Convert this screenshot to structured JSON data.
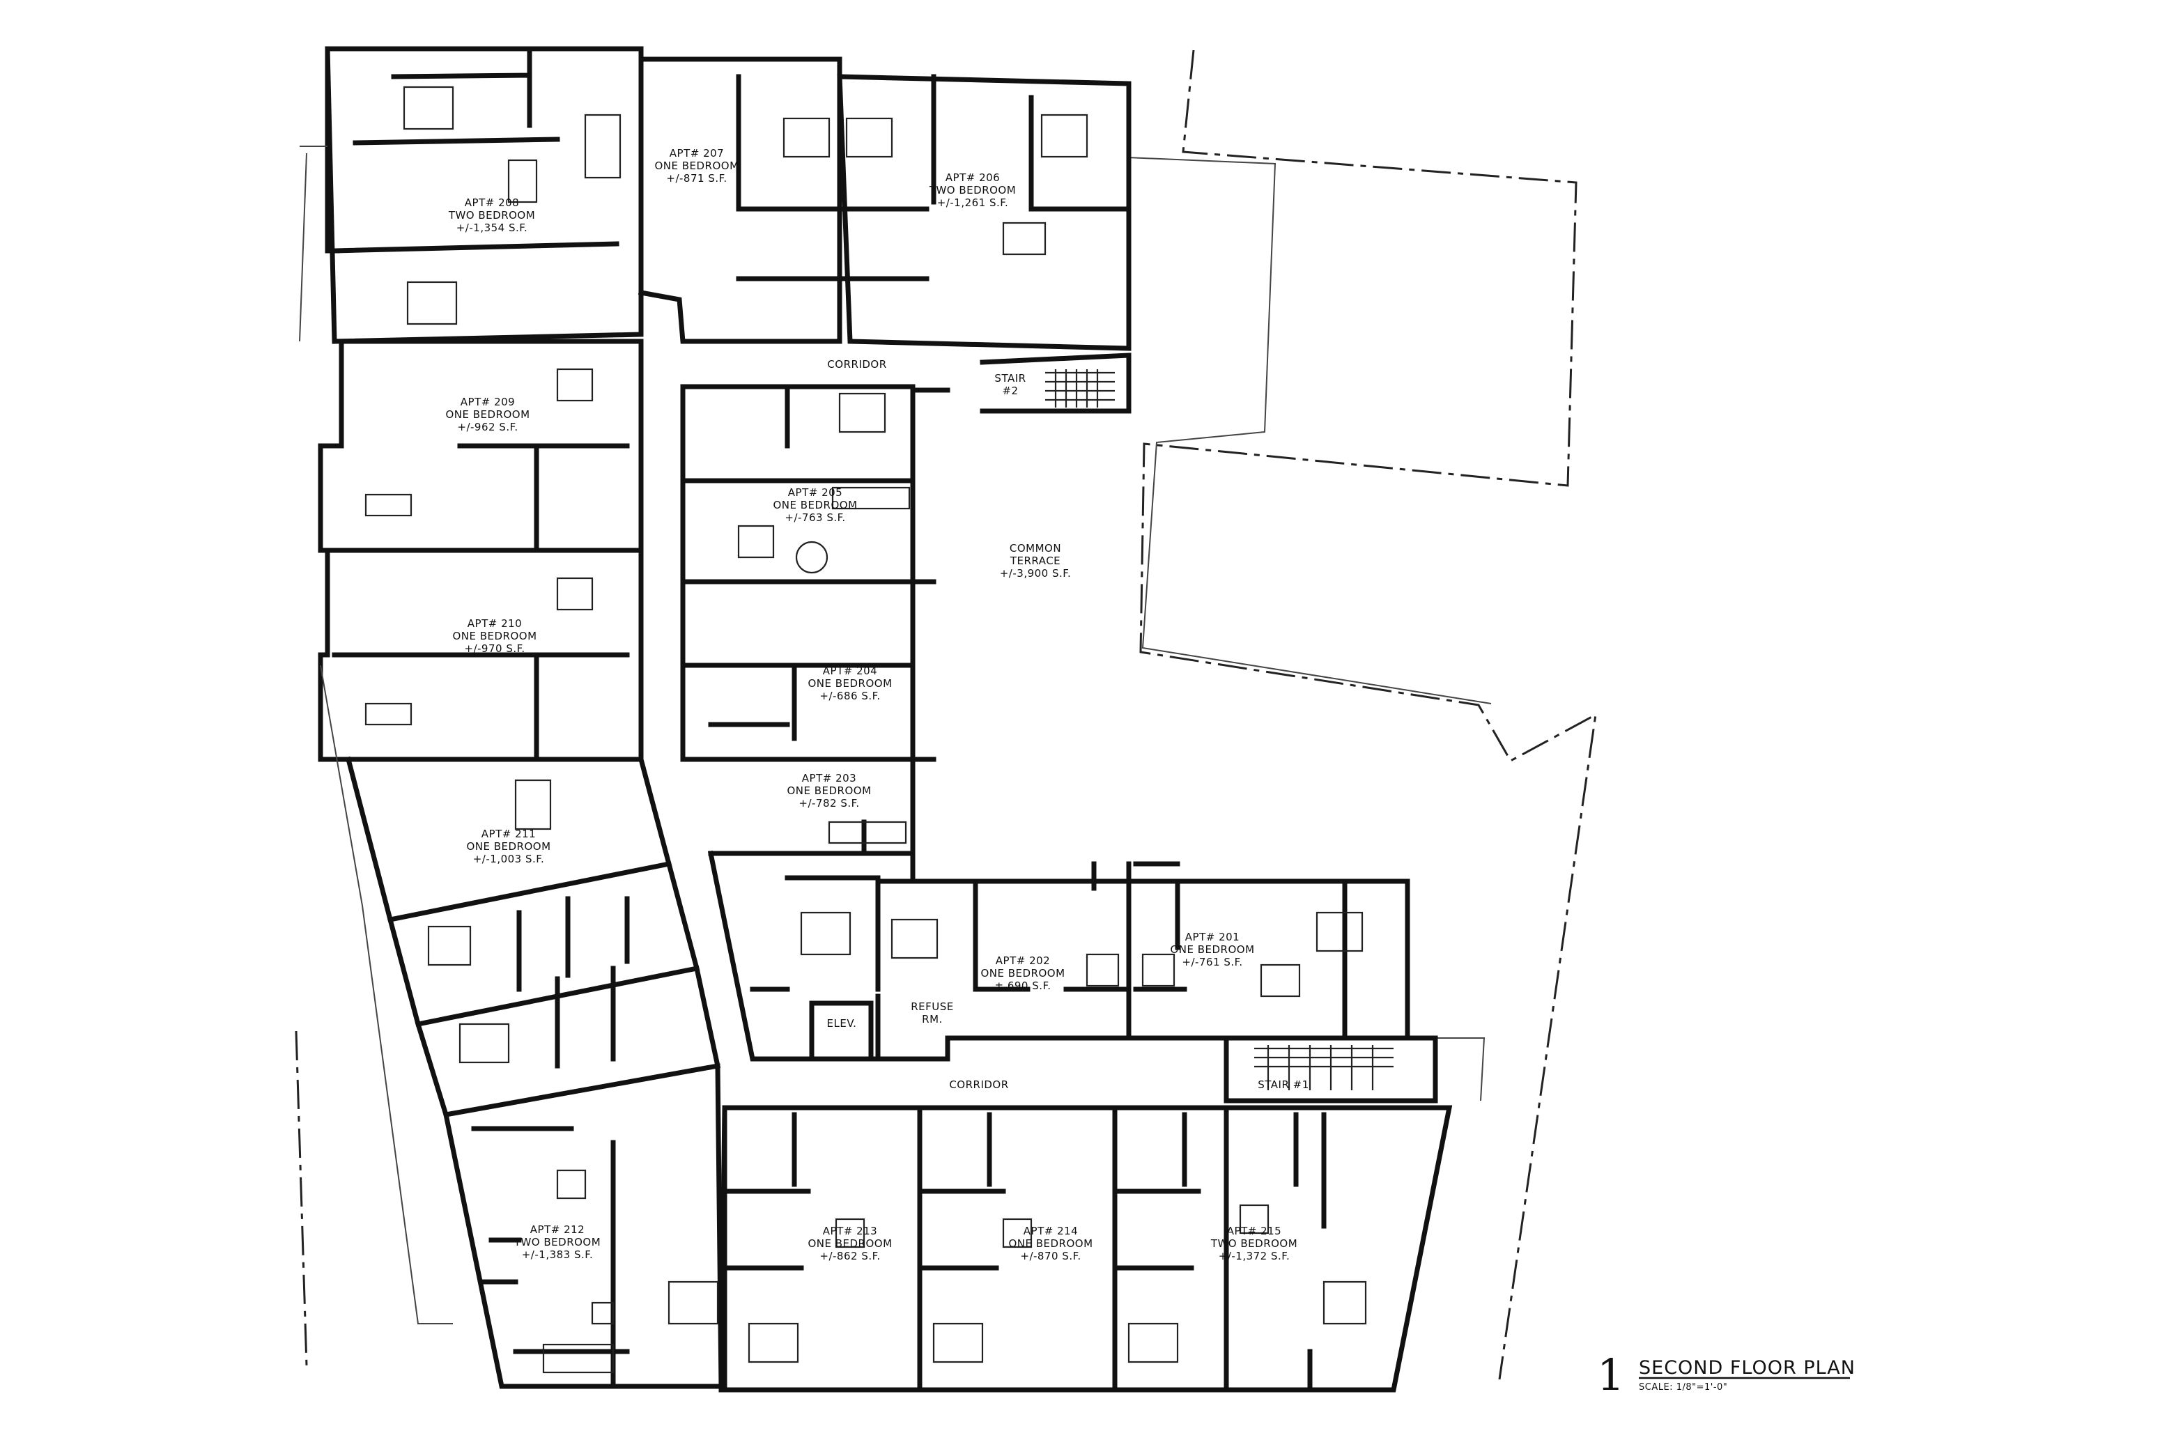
{
  "drawing": {
    "title": "SECOND FLOOR PLAN",
    "scale": "SCALE: 1/8\"=1'-0\"",
    "sheet_number": "1"
  },
  "spaces": {
    "corridor_north": "CORRIDOR",
    "corridor_south": "CORRIDOR",
    "stair_2_a": "STAIR",
    "stair_2_b": "#2",
    "stair_1": "STAIR #1",
    "elevator": "ELEV.",
    "refuse_a": "REFUSE",
    "refuse_b": "RM.",
    "terrace_a": "COMMON",
    "terrace_b": "TERRACE",
    "terrace_c": "+/-3,900 S.F."
  },
  "apartments": [
    {
      "id": "apt-208",
      "name": "APT# 208",
      "type": "TWO BEDROOM",
      "area": "+/-1,354 S.F."
    },
    {
      "id": "apt-207",
      "name": "APT# 207",
      "type": "ONE BEDROOM",
      "area": "+/-871 S.F."
    },
    {
      "id": "apt-206",
      "name": "APT# 206",
      "type": "TWO BEDROOM",
      "area": "+/-1,261 S.F."
    },
    {
      "id": "apt-209",
      "name": "APT# 209",
      "type": "ONE BEDROOM",
      "area": "+/-962 S.F."
    },
    {
      "id": "apt-205",
      "name": "APT# 205",
      "type": "ONE BEDROOM",
      "area": "+/-763 S.F."
    },
    {
      "id": "apt-210",
      "name": "APT# 210",
      "type": "ONE BEDROOM",
      "area": "+/-970 S.F."
    },
    {
      "id": "apt-204",
      "name": "APT# 204",
      "type": "ONE BEDROOM",
      "area": "+/-686 S.F."
    },
    {
      "id": "apt-203",
      "name": "APT# 203",
      "type": "ONE BEDROOM",
      "area": "+/-782 S.F."
    },
    {
      "id": "apt-211",
      "name": "APT# 211",
      "type": "ONE BEDROOM",
      "area": "+/-1,003 S.F."
    },
    {
      "id": "apt-202",
      "name": "APT# 202",
      "type": "ONE BEDROOM",
      "area": "± 690 S.F."
    },
    {
      "id": "apt-201",
      "name": "APT# 201",
      "type": "ONE BEDROOM",
      "area": "+/-761 S.F."
    },
    {
      "id": "apt-212",
      "name": "APT# 212",
      "type": "TWO BEDROOM",
      "area": "+/-1,383 S.F."
    },
    {
      "id": "apt-213",
      "name": "APT# 213",
      "type": "ONE BEDROOM",
      "area": "+/-862 S.F."
    },
    {
      "id": "apt-214",
      "name": "APT# 214",
      "type": "ONE BEDROOM",
      "area": "+/-870 S.F."
    },
    {
      "id": "apt-215",
      "name": "APT# 215",
      "type": "TWO BEDROOM",
      "area": "+/-1,372 S.F."
    }
  ]
}
